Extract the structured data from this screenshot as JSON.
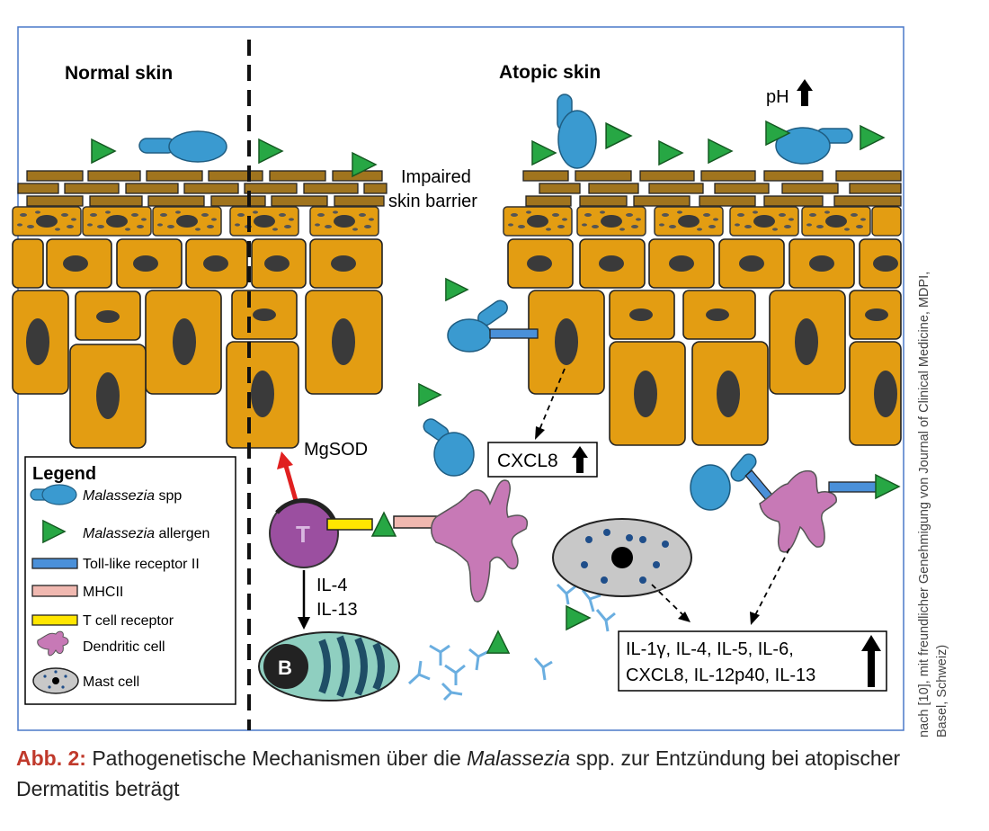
{
  "figure": {
    "headings": {
      "normal": "Normal skin",
      "atopic": "Atopic skin"
    },
    "annotations": {
      "ph": "pH",
      "impaired_line1": "Impaired",
      "impaired_line2": "skin barrier",
      "mgsod": "MgSOD",
      "cxcl8": "CXCL8",
      "il4": "IL-4",
      "il13": "IL-13",
      "t_cell_letter": "T",
      "b_cell_letter": "B",
      "cytokines_line1": "IL-1γ, IL-4, IL-5, IL-6,",
      "cytokines_line2": "CXCL8, IL-12p40, IL-13"
    },
    "legend": {
      "title": "Legend",
      "items": [
        {
          "italic": "Malassezia",
          "rest": " spp",
          "icon": "malassezia-icon"
        },
        {
          "italic": "Malassezia",
          "rest": " allergen",
          "icon": "allergen-triangle-icon"
        },
        {
          "italic": "",
          "rest": "Toll-like receptor II",
          "icon": "tlr2-bar-icon"
        },
        {
          "italic": "",
          "rest": "MHCII",
          "icon": "mhcii-bar-icon"
        },
        {
          "italic": "",
          "rest": "T cell receptor",
          "icon": "tcr-bar-icon"
        },
        {
          "italic": "",
          "rest": "Dendritic cell",
          "icon": "dendritic-cell-icon"
        },
        {
          "italic": "",
          "rest": "Mast cell",
          "icon": "mast-cell-icon"
        }
      ]
    },
    "colors": {
      "cell_orange": "#e39d12",
      "cell_nucleus": "#3a3a3a",
      "stratum_brown": "#a0741e",
      "malassezia_blue": "#3a9ad0",
      "allergen_green": "#27a744",
      "tlr_blue": "#4a90d9",
      "mhc_pink": "#f0b8b0",
      "tcr_yellow": "#ffe600",
      "dendritic_pink": "#c779b6",
      "t_cell_purple": "#9b4fa0",
      "b_cell_teal": "#8fcfc0",
      "mast_gray": "#c8c8c8",
      "mgsod_red": "#e02020",
      "frame_blue": "#4a78c8"
    }
  },
  "caption": {
    "label": "Abb. 2:",
    "text_before": " Pathogenetische Mechanismen über die ",
    "italic": "Malassezia",
    "text_after": " spp. zur Entzündung bei atopischer Dermatitis beträgt"
  },
  "credit": "nach [10], mit freundlicher Genehmigung von Journal of Clinical Medicine, MDPI, Basel, Schweiz)"
}
